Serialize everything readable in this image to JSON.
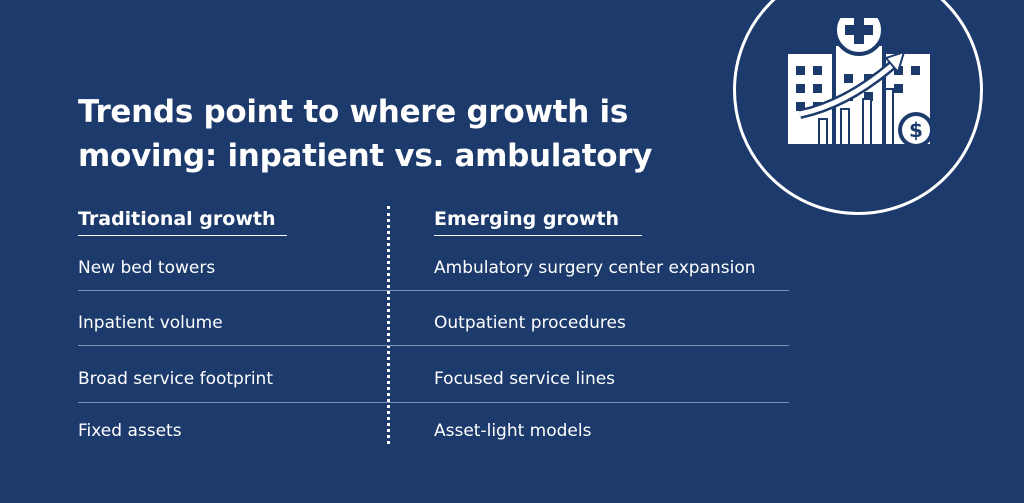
{
  "title": {
    "line1": "Trends point to where growth is",
    "line2": "moving: inpatient vs. ambulatory"
  },
  "columns": {
    "left_header": "Traditional growth",
    "right_header": "Emerging growth"
  },
  "rows": [
    {
      "traditional": "New bed towers",
      "emerging": "Ambulatory surgery center expansion"
    },
    {
      "traditional": "Inpatient volume",
      "emerging": "Outpatient procedures"
    },
    {
      "traditional": "Broad service footprint",
      "emerging": "Focused service lines"
    },
    {
      "traditional": "Fixed assets",
      "emerging": "Asset-light models"
    }
  ],
  "icon": "hospital-growth-icon",
  "colors": {
    "background": "#1c3a6b",
    "text": "#ffffff",
    "row_divider": "#7f93b5"
  }
}
